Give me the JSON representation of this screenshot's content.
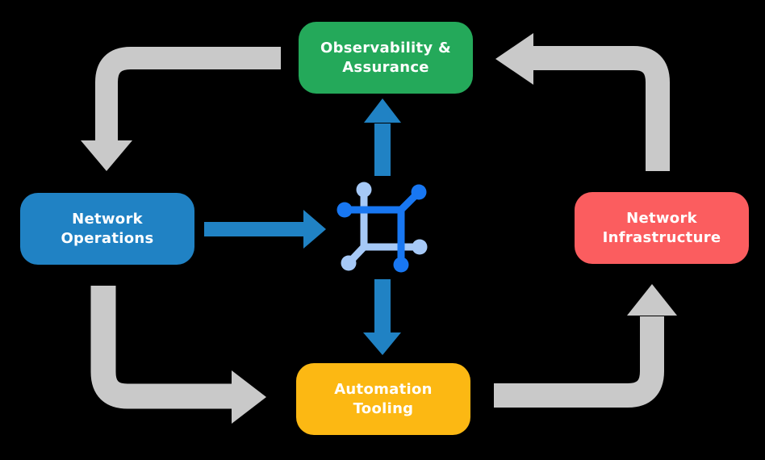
{
  "diagram": {
    "nodes": {
      "observability": {
        "label": "Observability & Assurance",
        "lines": [
          "Observability &",
          "Assurance"
        ],
        "color": "#24A95A"
      },
      "operations": {
        "label": "Network Operations",
        "lines": [
          "Network",
          "Operations"
        ],
        "color": "#2082C4"
      },
      "infrastructure": {
        "label": "Network Infrastructure",
        "lines": [
          "Network",
          "Infrastructure"
        ],
        "color": "#FB5D5F"
      },
      "automation": {
        "label": "Automation Tooling",
        "lines": [
          "Automation",
          "Tooling"
        ],
        "color": "#FCB813"
      }
    },
    "center_icon": {
      "name": "network-mesh-icon",
      "primary_color": "#1877F2",
      "secondary_color": "#A6C9F7"
    },
    "colors": {
      "background": "#000000",
      "cycle_arrow": "#C9C9C9",
      "flow_arrow": "#2082C4",
      "label_text": "#FFFFFF"
    },
    "cycle_edges": [
      {
        "from": "Observability & Assurance",
        "to": "Network Operations"
      },
      {
        "from": "Network Operations",
        "to": "Automation Tooling"
      },
      {
        "from": "Automation Tooling",
        "to": "Network Infrastructure"
      },
      {
        "from": "Network Infrastructure",
        "to": "Observability & Assurance"
      }
    ],
    "flow_edges": [
      {
        "from": "Network Operations",
        "to": "center icon"
      },
      {
        "from": "center icon",
        "to": "Observability & Assurance"
      },
      {
        "from": "center icon",
        "to": "Automation Tooling"
      }
    ]
  }
}
